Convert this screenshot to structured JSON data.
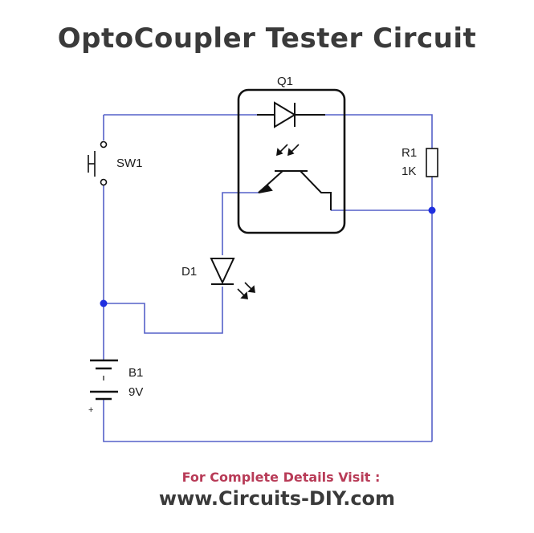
{
  "title": "OptoCoupler Tester Circuit",
  "components": {
    "q1": {
      "ref": "Q1"
    },
    "sw1": {
      "ref": "SW1"
    },
    "r1": {
      "ref": "R1",
      "value": "1K"
    },
    "d1": {
      "ref": "D1"
    },
    "b1": {
      "ref": "B1",
      "value": "9V"
    }
  },
  "footer": {
    "visit_text": "For Complete Details Visit :",
    "url": "www.Circuits-DIY.com"
  },
  "colors": {
    "wire": "#5560c8",
    "node": "#1f2fe0",
    "symbol": "#111111",
    "footer_accent": "#b83b57"
  }
}
